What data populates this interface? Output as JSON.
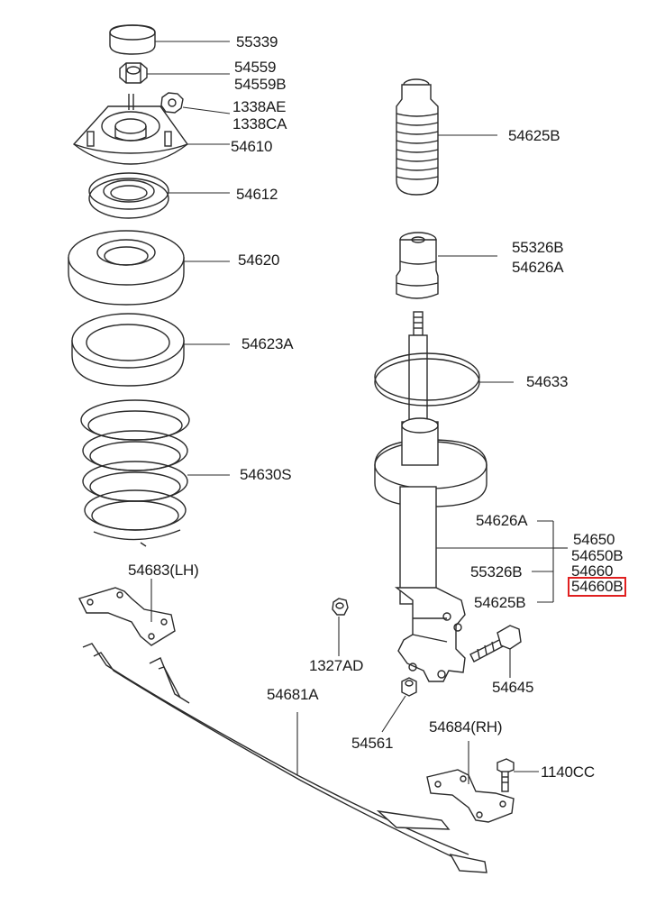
{
  "labels": {
    "p55339": "55339",
    "p54559": "54559",
    "p54559b": "54559B",
    "p1338ae": "1338AE",
    "p1338ca": "1338CA",
    "p54610": "54610",
    "p54612": "54612",
    "p54620": "54620",
    "p54623a": "54623A",
    "p54630s": "54630S",
    "p54683": "54683(LH)",
    "p1327ad": "1327AD",
    "p54681a": "54681A",
    "p54561": "54561",
    "p54684": "54684(RH)",
    "p1140cc": "1140CC",
    "p54645": "54645",
    "p54625b_top": "54625B",
    "p55326b_top": "55326B",
    "p54626a_top": "54626A",
    "p54633": "54633",
    "p54626a": "54626A",
    "p55326b": "55326B",
    "p54625b": "54625B",
    "p54650": "54650",
    "p54650b": "54650B",
    "p54660": "54660",
    "p54660b": "54660B"
  },
  "highlight": {
    "part": "54660B",
    "color": "#e02020"
  }
}
